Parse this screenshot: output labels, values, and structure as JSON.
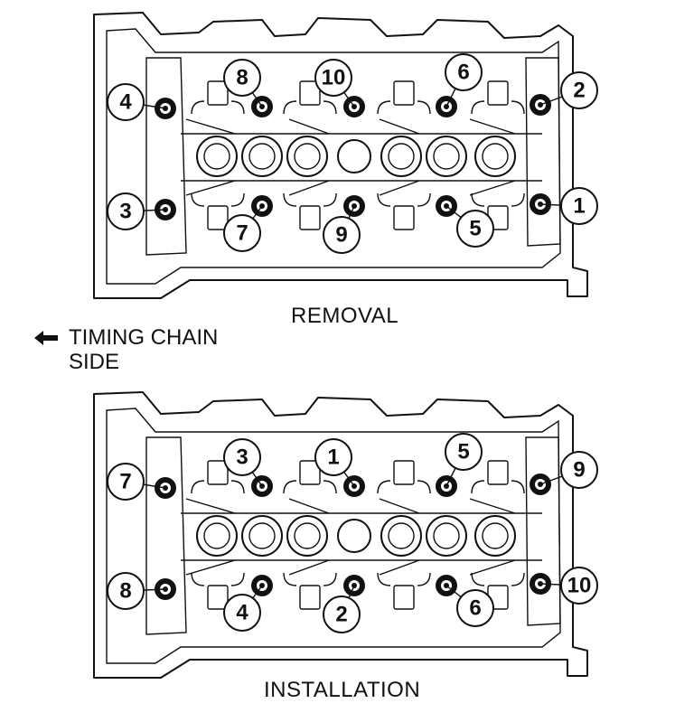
{
  "diagrams": [
    {
      "id": "removal",
      "caption": "REMOVAL",
      "bolt_callouts": [
        "4",
        "8",
        "10",
        "6",
        "2",
        "3",
        "7",
        "9",
        "5",
        "1"
      ]
    },
    {
      "id": "installation",
      "caption": "INSTALLATION",
      "bolt_callouts": [
        "7",
        "3",
        "1",
        "5",
        "9",
        "8",
        "4",
        "2",
        "6",
        "10"
      ]
    }
  ],
  "side_note": {
    "line1": "TIMING CHAIN",
    "line2": "SIDE",
    "icon": "left-arrow-icon"
  },
  "colors": {
    "line": "#111111",
    "background": "#ffffff"
  }
}
